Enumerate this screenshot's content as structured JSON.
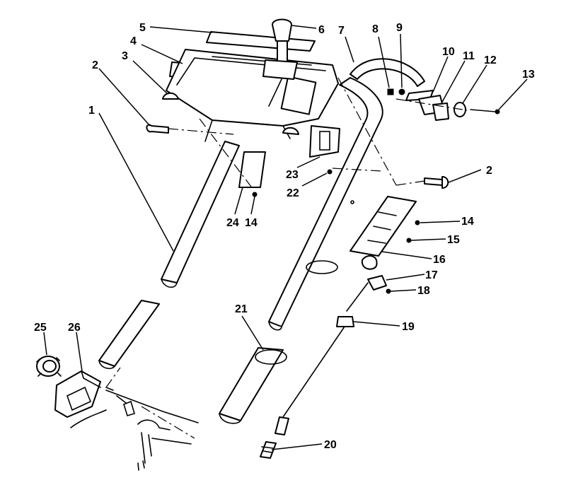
{
  "callouts": [
    {
      "id": "c1",
      "label": "1"
    },
    {
      "id": "c2a",
      "label": "2"
    },
    {
      "id": "c3",
      "label": "3"
    },
    {
      "id": "c4",
      "label": "4"
    },
    {
      "id": "c5",
      "label": "5"
    },
    {
      "id": "c6",
      "label": "6"
    },
    {
      "id": "c7",
      "label": "7"
    },
    {
      "id": "c8",
      "label": "8"
    },
    {
      "id": "c9",
      "label": "9"
    },
    {
      "id": "c10",
      "label": "10"
    },
    {
      "id": "c11",
      "label": "11"
    },
    {
      "id": "c12",
      "label": "12"
    },
    {
      "id": "c13",
      "label": "13"
    },
    {
      "id": "c2b",
      "label": "2"
    },
    {
      "id": "c14a",
      "label": "14"
    },
    {
      "id": "c15",
      "label": "15"
    },
    {
      "id": "c16",
      "label": "16"
    },
    {
      "id": "c17",
      "label": "17"
    },
    {
      "id": "c18",
      "label": "18"
    },
    {
      "id": "c19",
      "label": "19"
    },
    {
      "id": "c20",
      "label": "20"
    },
    {
      "id": "c21",
      "label": "21"
    },
    {
      "id": "c22",
      "label": "22"
    },
    {
      "id": "c23",
      "label": "23"
    },
    {
      "id": "c24",
      "label": "24"
    },
    {
      "id": "c14b",
      "label": "14"
    },
    {
      "id": "c25",
      "label": "25"
    },
    {
      "id": "c26",
      "label": "26"
    }
  ]
}
